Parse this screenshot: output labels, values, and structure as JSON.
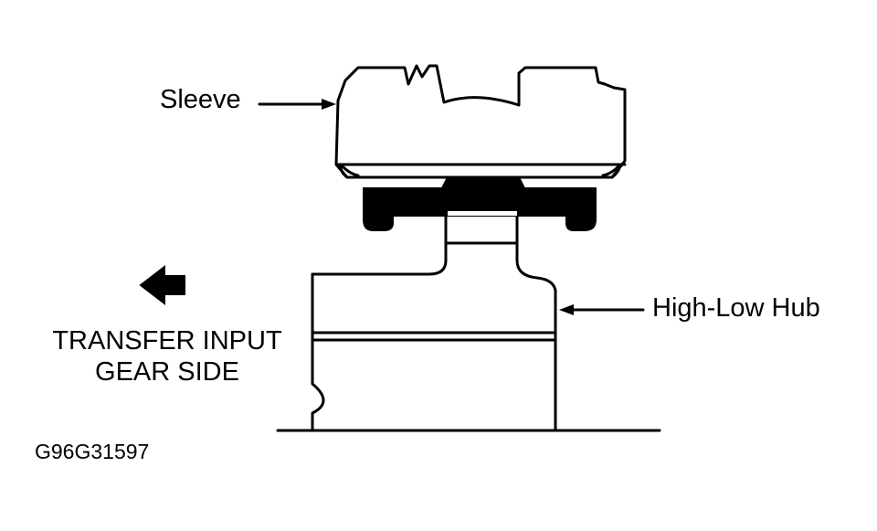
{
  "labels": {
    "sleeve": "Sleeve",
    "high_low_hub": "High-Low Hub",
    "side_line1": "TRANSFER INPUT",
    "side_line2": "GEAR SIDE",
    "figure_id": "G96G31597"
  },
  "colors": {
    "line": "#000000",
    "background": "#ffffff"
  },
  "icons": {
    "direction_arrow": "arrow-left-icon"
  }
}
